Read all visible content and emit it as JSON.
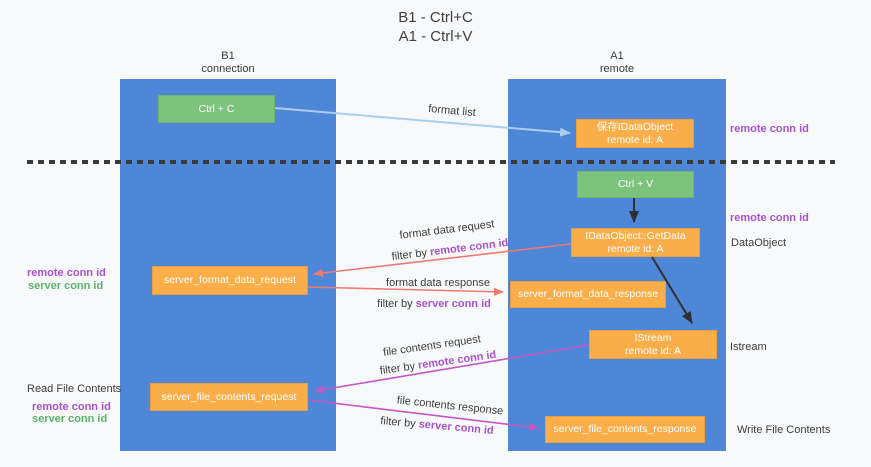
{
  "title": {
    "line1": "B1 - Ctrl+C",
    "line2": "A1 - Ctrl+V"
  },
  "lanes": {
    "b1": {
      "name": "B1",
      "subtitle": "connection"
    },
    "a1": {
      "name": "A1",
      "subtitle": "remote"
    }
  },
  "nodes": {
    "ctrl_c": {
      "label": "Ctrl + C"
    },
    "save_idataobject": {
      "line1": "保存IDataObject",
      "line2": "remote id: A"
    },
    "ctrl_v": {
      "label": "Ctrl + V"
    },
    "getdata": {
      "line1": "IDataObject::GetData",
      "line2": "remote id: A"
    },
    "format_request": {
      "label": "server_format_data_request"
    },
    "format_response": {
      "label": "server_format_data_response"
    },
    "istream": {
      "line1": "IStream",
      "line2": "remote id: A"
    },
    "file_request": {
      "label": "server_file_contents_request"
    },
    "file_response": {
      "label": "server_file_contents_response"
    }
  },
  "side_labels": {
    "remote_conn_id_top_right": "remote conn id",
    "remote_conn_id_mid_right": "remote conn id",
    "dataobject": "DataObject",
    "istream": "Istream",
    "write_file_contents": "Write File Contents",
    "read_file_contents": "Read File Contents",
    "remote_conn_id_left_1": "remote conn id",
    "server_conn_id_left_1": "server conn id",
    "remote_conn_id_left_2": "remote conn id",
    "server_conn_id_left_2": "server conn id"
  },
  "flow_labels": {
    "format_list": "format list",
    "format_data_request": "format data request",
    "format_data_response": "format data response",
    "file_contents_request": "file contents request",
    "file_contents_response": "file contents response",
    "filter_by": "filter by ",
    "remote_conn_id": "remote conn id",
    "server_conn_id": "server conn id"
  },
  "colors": {
    "lane_blue": "#4e87d7",
    "box_orange": "#f9ae49",
    "box_green": "#7cc47c",
    "purple_text": "#a952cb",
    "green_text": "#58b368",
    "arrow_lightblue": "#a9cfee",
    "arrow_black": "#2f2f2f",
    "arrow_salmon": "#ee7b72",
    "arrow_magenta": "#c457c4",
    "divider": "#3a3a3a",
    "background": "#f8f9fa"
  }
}
